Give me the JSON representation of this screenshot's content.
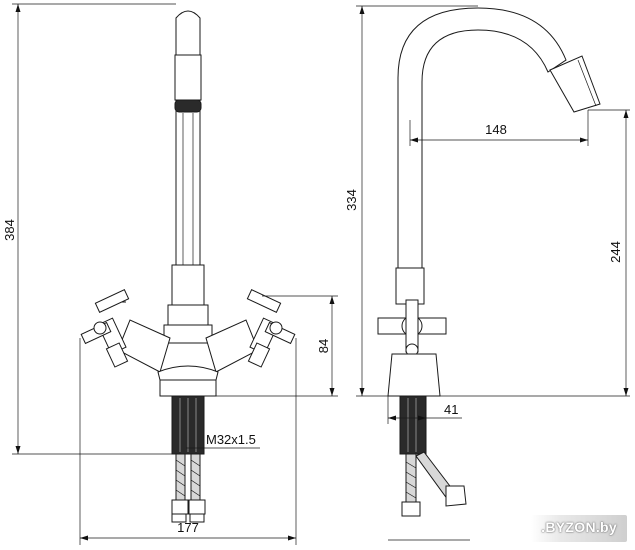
{
  "dimensions": {
    "total_height": "384",
    "spout_height": "334",
    "spout_reach": "148",
    "spout_clearance": "244",
    "body_height": "84",
    "shank_offset": "41",
    "thread": "M32x1.5",
    "width": "177"
  },
  "watermark": ".BYZON.by"
}
